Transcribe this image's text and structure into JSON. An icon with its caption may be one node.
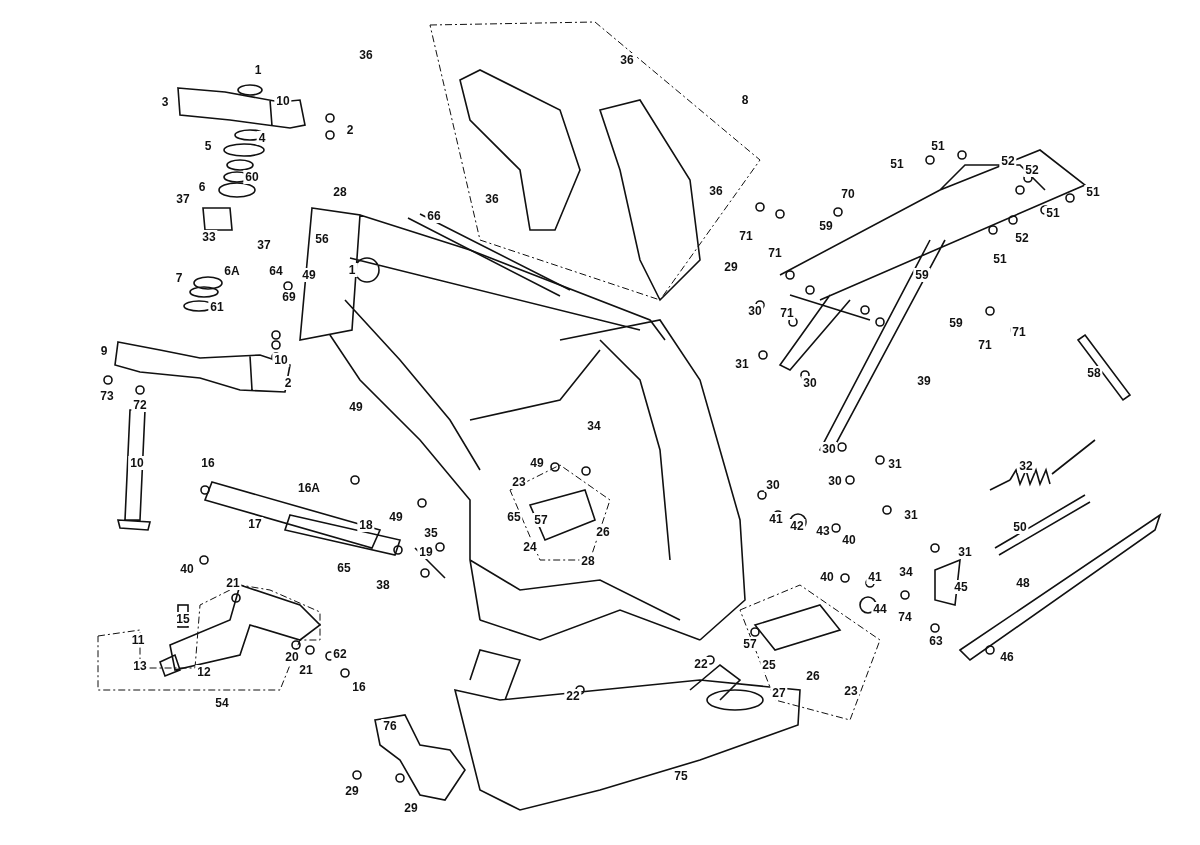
{
  "diagram": {
    "labels": [
      "36",
      "1",
      "36",
      "3",
      "10",
      "8",
      "2",
      "4",
      "5",
      "60",
      "6",
      "37",
      "28",
      "36",
      "36",
      "66",
      "33",
      "37",
      "56",
      "51",
      "51",
      "52",
      "52",
      "70",
      "51",
      "51",
      "59",
      "71",
      "71",
      "52",
      "7",
      "6A",
      "64",
      "49",
      "1",
      "69",
      "51",
      "29",
      "59",
      "61",
      "30",
      "71",
      "59",
      "71",
      "71",
      "9",
      "10",
      "2",
      "49",
      "31",
      "30",
      "73",
      "72",
      "58",
      "39",
      "34",
      "30",
      "10",
      "16",
      "49",
      "31",
      "32",
      "16A",
      "23",
      "30",
      "30",
      "17",
      "18",
      "49",
      "35",
      "65",
      "57",
      "26",
      "41",
      "42",
      "43",
      "40",
      "31",
      "50",
      "24",
      "28",
      "19",
      "31",
      "40",
      "21",
      "65",
      "38",
      "40",
      "41",
      "34",
      "45",
      "48",
      "15",
      "44",
      "74",
      "11",
      "13",
      "12",
      "20",
      "21",
      "62",
      "16",
      "57",
      "63",
      "46",
      "22",
      "25",
      "26",
      "22",
      "27",
      "23",
      "54",
      "76",
      "75",
      "29",
      "29"
    ]
  }
}
